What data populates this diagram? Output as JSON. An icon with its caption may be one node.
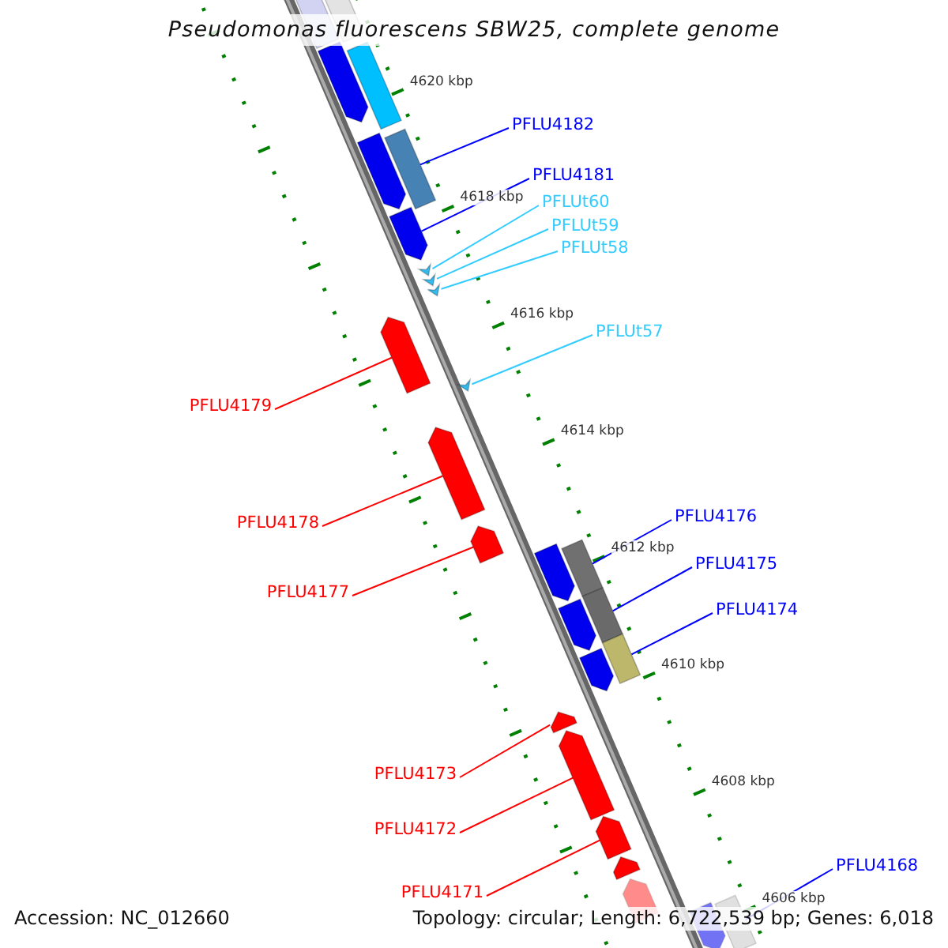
{
  "diagram": {
    "title": "Pseudomonas fluorescens SBW25, complete genome",
    "nodes": [
      {
        "text": [],
        "shape": "box"
      },
      {
        "text": [],
        "shape": "box"
      },
      {
        "text": [],
        "shape": "arrow"
      },
      {
        "text": [],
        "shape": "box"
      },
      {
        "text": [],
        "shape": "arrow"
      },
      {
        "text": [],
        "shape": "box"
      },
      {
        "text": [],
        "shape": "arrow"
      },
      {
        "text": [],
        "shape": "triangle"
      },
      {
        "text": [],
        "shape": "triangle"
      },
      {
        "text": [],
        "shape": "triangle"
      },
      {
        "text": [],
        "shape": "arrow"
      },
      {
        "text": [],
        "shape": "triangle"
      },
      {
        "text": [],
        "shape": "arrow"
      },
      {
        "text": [],
        "shape": "arrow"
      },
      {
        "text": [],
        "shape": "arrow"
      },
      {
        "text": [],
        "shape": "box"
      },
      {
        "text": [],
        "shape": "arrow"
      },
      {
        "text": [],
        "shape": "box"
      },
      {
        "text": [],
        "shape": "arrow"
      },
      {
        "text": [],
        "shape": "box"
      },
      {
        "text": [],
        "shape": "arrow"
      },
      {
        "text": [],
        "shape": "arrow"
      },
      {
        "text": [],
        "shape": "arrow"
      },
      {
        "text": [],
        "shape": "arrow"
      },
      {
        "text": [],
        "shape": "arrow"
      },
      {
        "text": [],
        "shape": "arrow"
      },
      {
        "text": [],
        "shape": "box"
      },
      {
        "text": [
          "PFLU4182"
        ]
      },
      {
        "text": [
          "PFLU4181"
        ]
      },
      {
        "text": [
          "PFLUt60"
        ]
      },
      {
        "text": [
          "PFLUt59"
        ]
      },
      {
        "text": [
          "PFLUt58"
        ]
      },
      {
        "text": [
          "PFLUt57"
        ]
      },
      {
        "text": [
          "PFLU4179"
        ]
      },
      {
        "text": [
          "PFLU4178"
        ]
      },
      {
        "text": [
          "PFLU4177"
        ]
      },
      {
        "text": [
          "PFLU4176"
        ]
      },
      {
        "text": [
          "PFLU4175"
        ]
      },
      {
        "text": [
          "PFLU4174"
        ]
      },
      {
        "text": [
          "PFLU4173"
        ]
      },
      {
        "text": [
          "PFLU4172"
        ]
      },
      {
        "text": [
          "PFLU4171"
        ]
      },
      {
        "text": [
          "PFLU4168"
        ]
      }
    ],
    "edges": [
      {
        "from": 27,
        "to": 5,
        "arrow": "none",
        "color": "#0000ff"
      },
      {
        "from": 28,
        "to": 6,
        "arrow": "none",
        "color": "#0000ff"
      },
      {
        "from": 29,
        "to": 7,
        "arrow": "none",
        "color": "#33ccff"
      },
      {
        "from": 30,
        "to": 8,
        "arrow": "none",
        "color": "#33ccff"
      },
      {
        "from": 31,
        "to": 9,
        "arrow": "none",
        "color": "#33ccff"
      },
      {
        "from": 32,
        "to": 11,
        "arrow": "none",
        "color": "#33ccff"
      },
      {
        "from": 33,
        "to": 10,
        "arrow": "none",
        "color": "#ff0000"
      },
      {
        "from": 34,
        "to": 12,
        "arrow": "none",
        "color": "#ff0000"
      },
      {
        "from": 35,
        "to": 13,
        "arrow": "none",
        "color": "#ff0000"
      },
      {
        "from": 36,
        "to": 15,
        "arrow": "none",
        "color": "#0000ff"
      },
      {
        "from": 37,
        "to": 17,
        "arrow": "none",
        "color": "#0000ff"
      },
      {
        "from": 38,
        "to": 19,
        "arrow": "none",
        "color": "#0000ff"
      },
      {
        "from": 39,
        "to": 20,
        "arrow": "none",
        "color": "#ff0000"
      },
      {
        "from": 40,
        "to": 21,
        "arrow": "none",
        "color": "#ff0000"
      },
      {
        "from": 41,
        "to": 22,
        "arrow": "none",
        "color": "#ff0000"
      },
      {
        "from": 42,
        "to": 26,
        "arrow": "none",
        "color": "#0000ff"
      }
    ],
    "labels": [
      "4620 kbp",
      "4618 kbp",
      "4616 kbp",
      "4614 kbp",
      "4612 kbp",
      "4610 kbp",
      "4608 kbp",
      "4606 kbp",
      "Accession: NC_012660",
      "Topology: circular; Length: 6,722,539 bp; Genes: 6,018"
    ]
  }
}
